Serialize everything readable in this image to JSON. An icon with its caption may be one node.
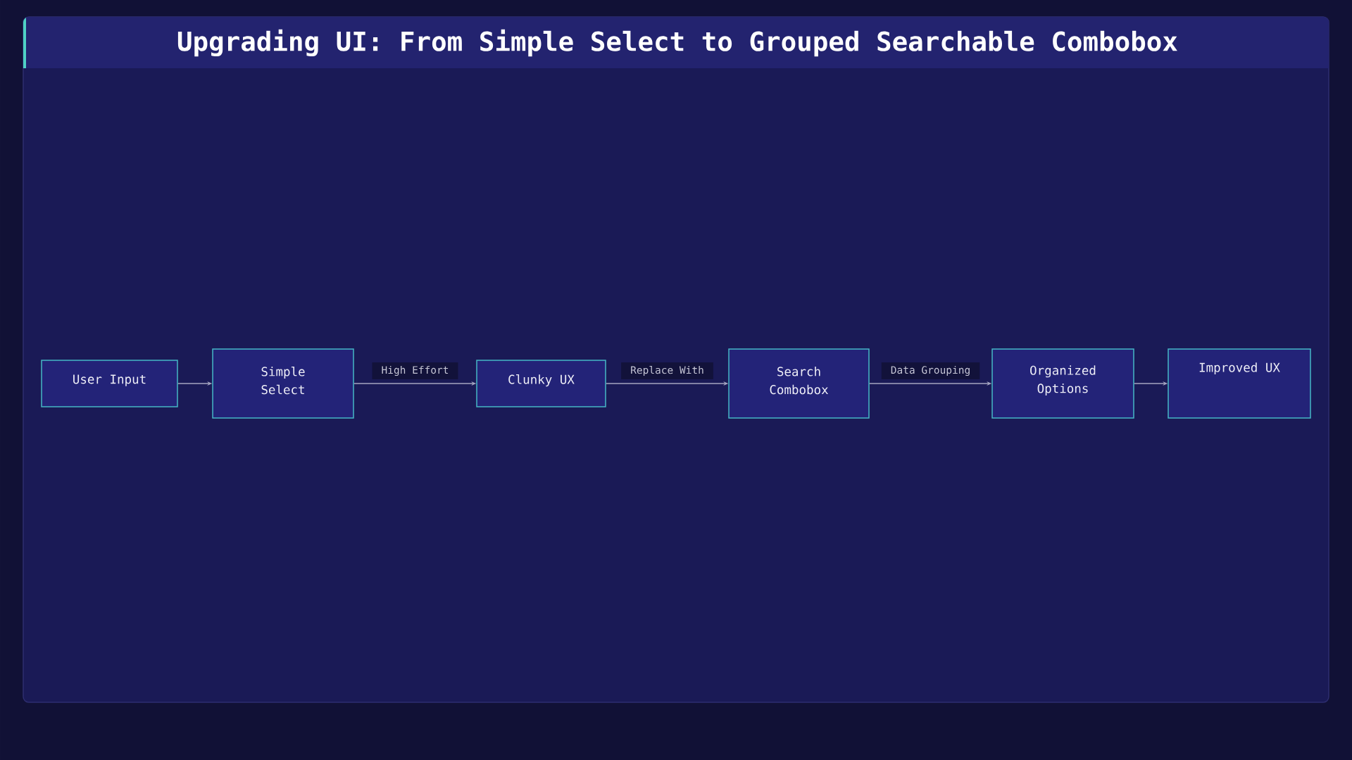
{
  "diagram": {
    "title": "Upgrading UI: From Simple Select to Grouped Searchable Combobox",
    "nodes": [
      {
        "text": [
          "User Input"
        ]
      },
      {
        "text": [
          "Simple Select"
        ]
      },
      {
        "text": [
          "Clunky UX"
        ]
      },
      {
        "text": [
          "Search Combobox"
        ]
      },
      {
        "text": [
          "Organized Options"
        ]
      },
      {
        "text": [
          "Improved UX"
        ]
      }
    ],
    "edges": [
      {
        "from": 0,
        "to": 1,
        "arrow": "to"
      },
      {
        "from": 1,
        "to": 2,
        "arrow": "to",
        "label": "High Effort"
      },
      {
        "from": 2,
        "to": 3,
        "arrow": "to",
        "label": "Replace With"
      },
      {
        "from": 3,
        "to": 4,
        "arrow": "to",
        "label": "Data Grouping"
      },
      {
        "from": 4,
        "to": 5,
        "arrow": "to"
      }
    ]
  }
}
